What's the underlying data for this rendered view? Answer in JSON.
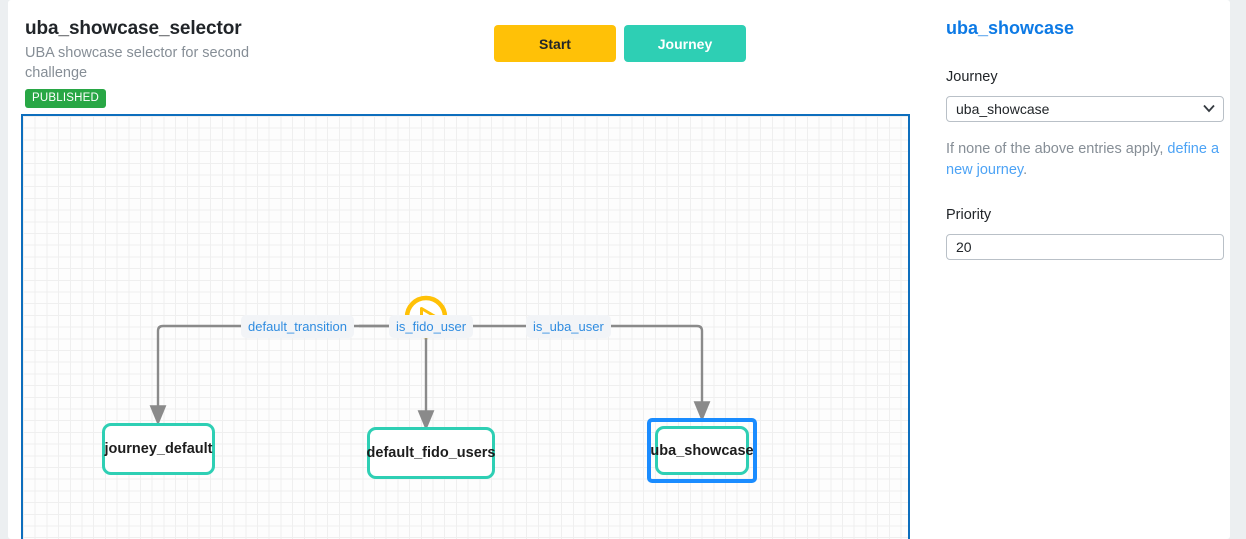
{
  "header": {
    "title": "uba_showcase_selector",
    "subtitle": "UBA showcase selector for second challenge",
    "status_badge": "PUBLISHED"
  },
  "toolbar": {
    "start_label": "Start",
    "journey_label": "Journey",
    "start_color": "#ffc107",
    "journey_color": "#2ecfb4"
  },
  "canvas": {
    "border_color": "#0d6ebd",
    "start_node": {
      "icon": "play-circle-icon",
      "color": "#ffc107"
    },
    "transitions": [
      {
        "label": "default_transition"
      },
      {
        "label": "is_fido_user"
      },
      {
        "label": "is_uba_user"
      }
    ],
    "nodes": [
      {
        "label": "journey_default",
        "selected": false,
        "border_color": "#2ecfb4"
      },
      {
        "label": "default_fido_users",
        "selected": false,
        "border_color": "#2ecfb4"
      },
      {
        "label": "uba_showcase",
        "selected": true,
        "border_color": "#2ecfb4",
        "selection_color": "#1a8cff"
      }
    ]
  },
  "sidebar": {
    "title": "uba_showcase",
    "journey_label": "Journey",
    "journey_value": "uba_showcase",
    "journey_options": [
      "uba_showcase"
    ],
    "help_prefix": "If none of the above entries apply, ",
    "help_link": "define a new journey",
    "help_suffix": ".",
    "priority_label": "Priority",
    "priority_value": "20",
    "accent_color": "#0d7ae5"
  }
}
